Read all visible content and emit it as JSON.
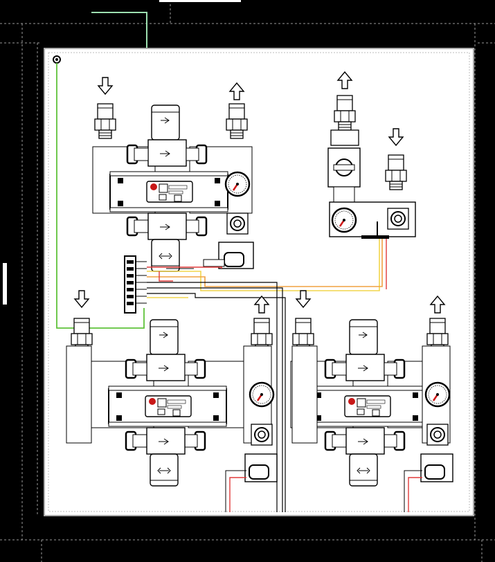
{
  "diagram": {
    "kind": "pneumatic-valve-panel-schematic",
    "colors": {
      "background": "#000000",
      "panel": "#ffffff",
      "line": "#000000",
      "ground_wire": "#5fc23a",
      "signal_wire_red": "#e03a3a",
      "signal_wire_orange": "#f0a040",
      "signal_wire_yellow": "#f2d64b",
      "gauge_needle": "#d01818",
      "indicator": "#c81818",
      "border_dash": "#9a9a9a"
    },
    "modules": [
      {
        "id": "valve-module-top-left",
        "ports": [
          "inlet",
          "outlet"
        ],
        "has_gauge": true,
        "has_solenoid": true
      },
      {
        "id": "regulator-module-top-right",
        "ports": [
          "outlet",
          "inlet"
        ],
        "has_gauge": true,
        "has_solenoid": true
      },
      {
        "id": "valve-module-bottom-left",
        "ports": [
          "inlet",
          "outlet"
        ],
        "has_gauge": true,
        "has_solenoid": true
      },
      {
        "id": "valve-module-bottom-right",
        "ports": [
          "inlet",
          "outlet"
        ],
        "has_gauge": true,
        "has_solenoid": true
      }
    ],
    "icons": [
      "arrow-down-icon",
      "arrow-up-icon",
      "gauge-icon",
      "solenoid-icon",
      "terminal-block-icon",
      "ground-terminal-icon"
    ]
  }
}
